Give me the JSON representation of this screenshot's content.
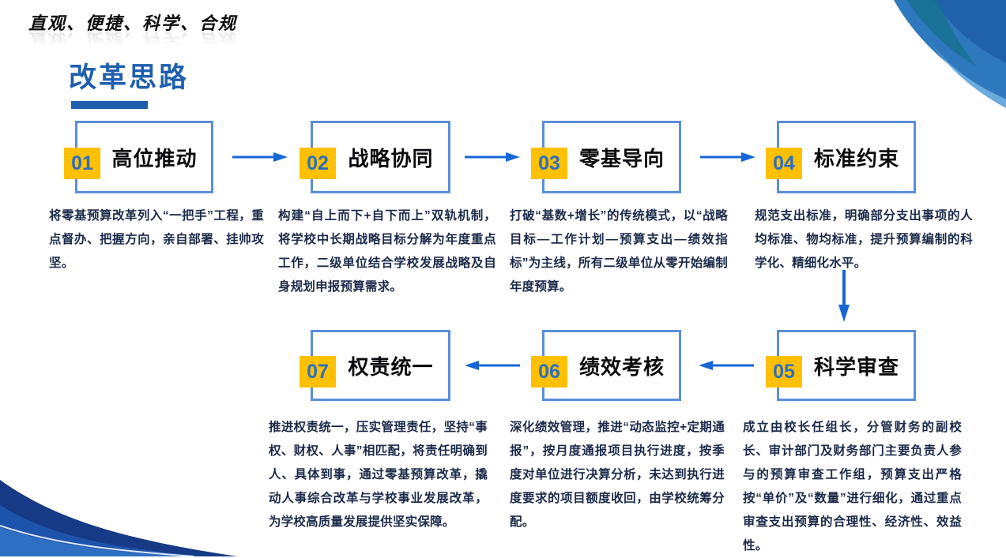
{
  "slogan": "直观、便捷、科学、合规",
  "title": "改革思路",
  "steps": [
    {
      "num": "01",
      "title": "高位推动",
      "desc": "将零基预算改革列入“一把手”工程，重点督办、把握方向，亲自部署、挂帅攻坚。"
    },
    {
      "num": "02",
      "title": "战略协同",
      "desc": "构建“自上而下+自下而上”双轨机制，将学校中长期战略目标分解为年度重点工作，二级单位结合学校发展战略及自身规划申报预算需求。"
    },
    {
      "num": "03",
      "title": "零基导向",
      "desc": "打破“基数+增长”的传统模式，以“战略目标—工作计划—预算支出—绩效指标”为主线，所有二级单位从零开始编制年度预算。"
    },
    {
      "num": "04",
      "title": "标准约束",
      "desc": "规范支出标准，明确部分支出事项的人均标准、物均标准，提升预算编制的科学化、精细化水平。"
    },
    {
      "num": "05",
      "title": "科学审查",
      "desc": "成立由校长任组长，分管财务的副校长、审计部门及财务部门主要负责人参与的预算审查工作组，预算支出严格按“单价”及“数量”进行细化，通过重点审查支出预算的合理性、经济性、效益性。"
    },
    {
      "num": "06",
      "title": "绩效考核",
      "desc": "深化绩效管理，推进“动态监控+定期通报”，按月度通报项目执行进度，按季度对单位进行决算分析，未达到执行进度要求的项目额度收回，由学校统筹分配。"
    },
    {
      "num": "07",
      "title": "权责统一",
      "desc": "推进权责统一，压实管理责任，坚持“事权、财权、人事”相匹配，将责任明确到人、具体到事，通过零基预算改革，撬动人事综合改革与学校事业发展改革，为学校高质量发展提供坚实保障。"
    }
  ],
  "colors": {
    "accent_blue": "#1f5fae",
    "box_border": "#5b8ed8",
    "badge_bg": "#ffc000",
    "badge_text": "#2d6fc0",
    "arrow": "#1667d6",
    "body_text": "#1c2a4a"
  }
}
